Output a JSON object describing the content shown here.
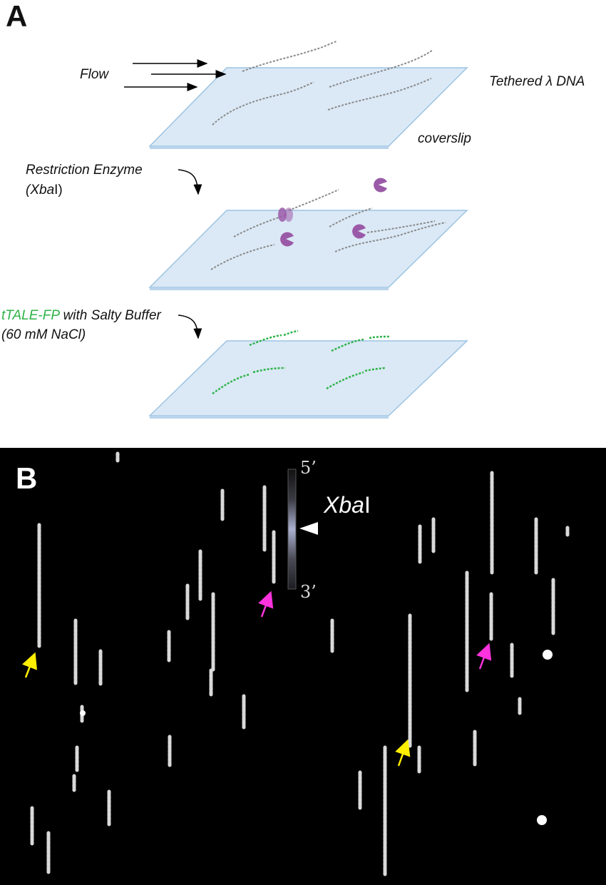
{
  "panel_a": {
    "label": "A",
    "flow": "Flow",
    "tethered": "Tethered λ DNA",
    "coverslip": "coverslip",
    "step1_line1": "Restriction Enzyme",
    "step1_line2_open": "(Xba",
    "step1_line2_close": "I)",
    "step2_green": "tTALE-FP",
    "step2_rest": " with Salty Buffer",
    "step2_line2": "(60 mM NaCl)"
  },
  "panel_b": {
    "label": "B",
    "scale_top": "5’",
    "scale_bottom": "3’",
    "marker_italic": "Xba",
    "marker_rest": "I"
  },
  "colors": {
    "coverslip_fill": "#dbe9f6",
    "coverslip_edge": "#9cc3e2",
    "enzyme": "#9b5aa8",
    "dna_gray": "#8a8a8a",
    "dna_green": "#2fb34a",
    "arrow_yellow": "#ffee00",
    "arrow_magenta": "#ff33dd",
    "strand_white": "#ffffff"
  },
  "icons": {
    "enzyme": "pacman-enzyme-icon",
    "pointer": "triangle-marker-icon"
  }
}
